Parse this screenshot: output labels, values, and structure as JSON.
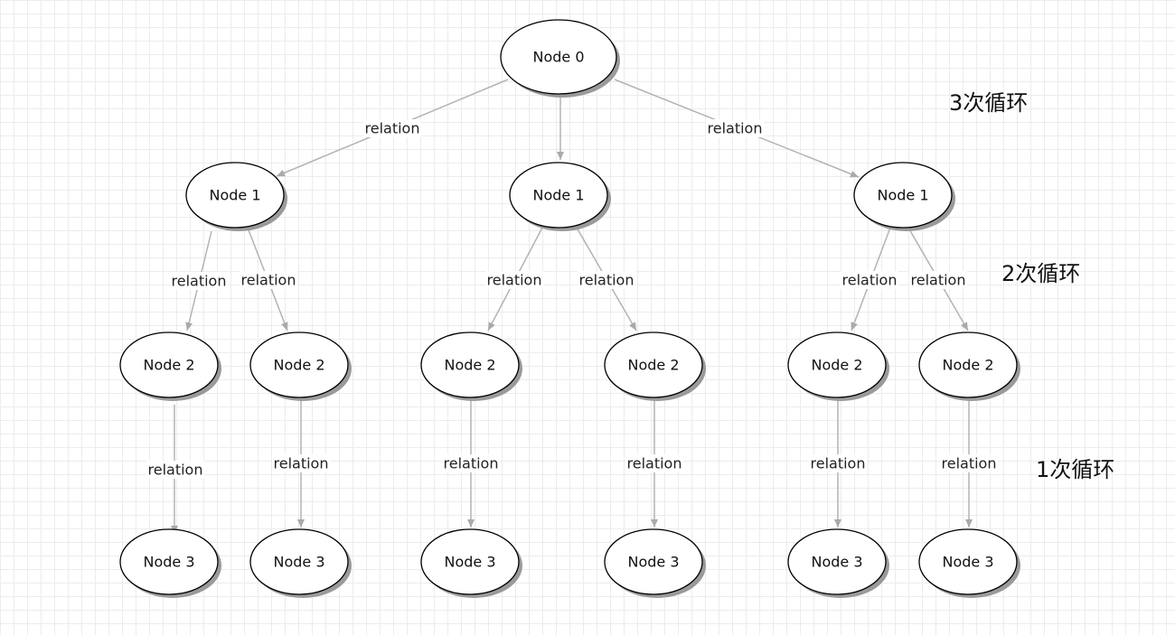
{
  "diagram": {
    "nodes": [
      {
        "id": "n0",
        "label": "Node 0"
      },
      {
        "id": "n1a",
        "label": "Node 1"
      },
      {
        "id": "n1b",
        "label": "Node 1"
      },
      {
        "id": "n1c",
        "label": "Node 1"
      },
      {
        "id": "n2a",
        "label": "Node 2"
      },
      {
        "id": "n2b",
        "label": "Node 2"
      },
      {
        "id": "n2c",
        "label": "Node 2"
      },
      {
        "id": "n2d",
        "label": "Node 2"
      },
      {
        "id": "n2e",
        "label": "Node 2"
      },
      {
        "id": "n2f",
        "label": "Node 2"
      },
      {
        "id": "n3a",
        "label": "Node 3"
      },
      {
        "id": "n3b",
        "label": "Node 3"
      },
      {
        "id": "n3c",
        "label": "Node 3"
      },
      {
        "id": "n3d",
        "label": "Node 3"
      },
      {
        "id": "n3e",
        "label": "Node 3"
      },
      {
        "id": "n3f",
        "label": "Node 3"
      }
    ],
    "edges": [
      {
        "from": "n0",
        "to": "n1a",
        "label": "relation"
      },
      {
        "from": "n0",
        "to": "n1b",
        "label": ""
      },
      {
        "from": "n0",
        "to": "n1c",
        "label": "relation"
      },
      {
        "from": "n1a",
        "to": "n2a",
        "label": "relation"
      },
      {
        "from": "n1a",
        "to": "n2b",
        "label": "relation"
      },
      {
        "from": "n1b",
        "to": "n2c",
        "label": "relation"
      },
      {
        "from": "n1b",
        "to": "n2d",
        "label": "relation"
      },
      {
        "from": "n1c",
        "to": "n2e",
        "label": "relation"
      },
      {
        "from": "n1c",
        "to": "n2f",
        "label": "relation"
      },
      {
        "from": "n2a",
        "to": "n3a",
        "label": "relation"
      },
      {
        "from": "n2b",
        "to": "n3b",
        "label": "relation"
      },
      {
        "from": "n2c",
        "to": "n3c",
        "label": "relation"
      },
      {
        "from": "n2d",
        "to": "n3d",
        "label": "relation"
      },
      {
        "from": "n2e",
        "to": "n3e",
        "label": "relation"
      },
      {
        "from": "n2f",
        "to": "n3f",
        "label": "relation"
      }
    ],
    "loop_labels": [
      "3次循环",
      "2次循环",
      "1次循环"
    ]
  }
}
